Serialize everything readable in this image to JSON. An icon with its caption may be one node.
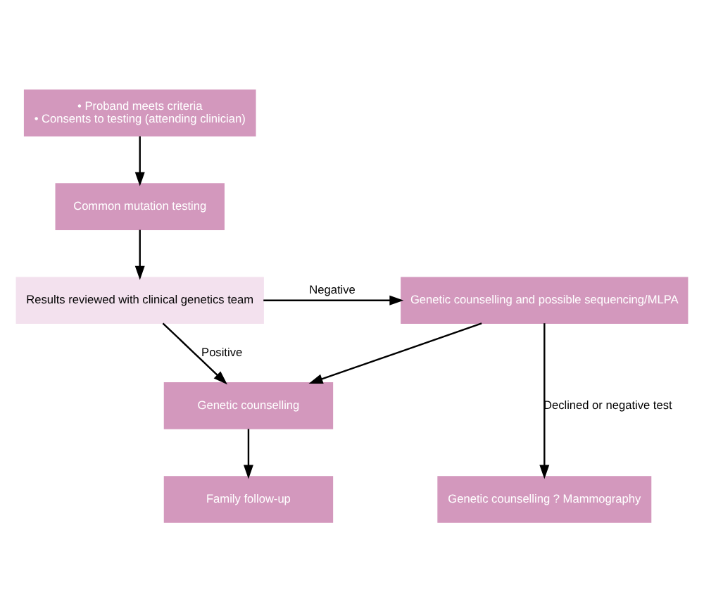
{
  "diagram": {
    "nodes": [
      {
        "text": [
          "• Proband meets criteria",
          "• Consents to testing (attending clinician)"
        ]
      },
      {
        "text": [
          "Common mutation testing"
        ]
      },
      {
        "text": [
          "Results reviewed with clinical genetics team"
        ]
      },
      {
        "text": [
          "Genetic counselling and possible sequencing/MLPA"
        ]
      },
      {
        "text": [
          "Genetic counselling"
        ]
      },
      {
        "text": [
          "Family follow-up"
        ]
      },
      {
        "text": [
          "Genetic counselling ? Mammography"
        ]
      }
    ],
    "edges": [
      {
        "from": 0,
        "to": 1,
        "arrow": "to"
      },
      {
        "from": 1,
        "to": 2,
        "arrow": "to"
      },
      {
        "from": 2,
        "to": 3,
        "arrow": "to",
        "label": "Negative"
      },
      {
        "from": 2,
        "to": 4,
        "arrow": "to",
        "label": "Positive"
      },
      {
        "from": 3,
        "to": 4,
        "arrow": "to"
      },
      {
        "from": 3,
        "to": 6,
        "arrow": "to",
        "label": "Declined or negative test"
      },
      {
        "from": 4,
        "to": 5,
        "arrow": "to"
      }
    ]
  }
}
